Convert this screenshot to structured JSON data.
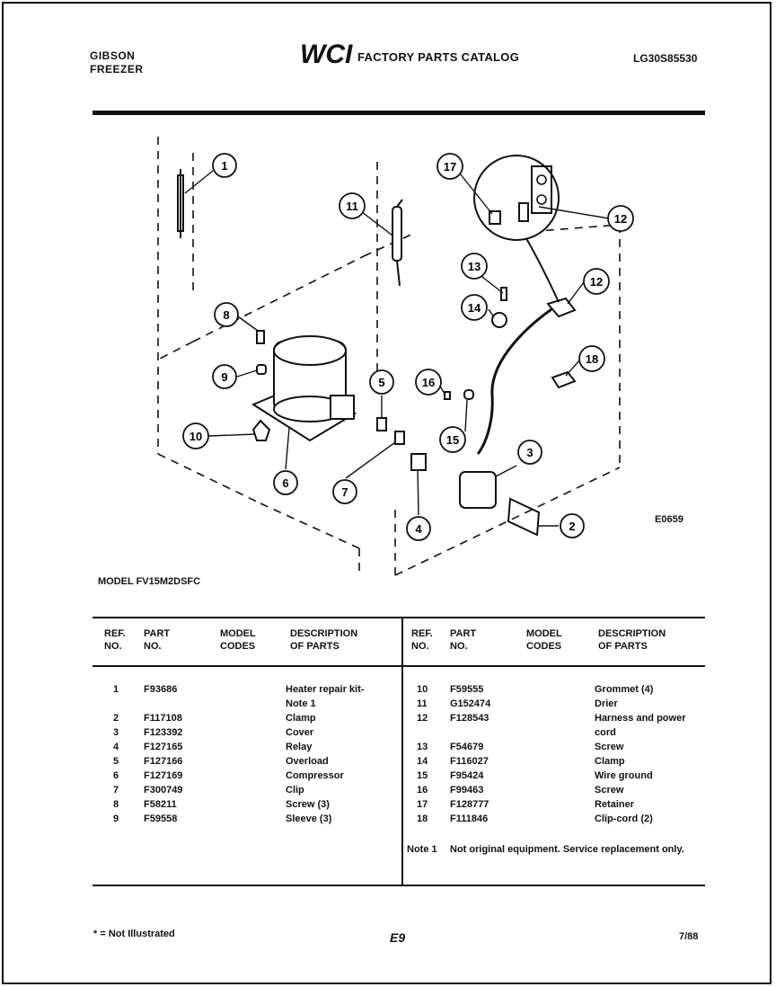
{
  "header": {
    "brand_line1": "GIBSON",
    "brand_line2": "FREEZER",
    "logo_text": "WCI",
    "catalog_title": "FACTORY PARTS CATALOG",
    "catalog_number": "LG30S85530"
  },
  "diagram": {
    "code": "E0659",
    "callouts": [
      "1",
      "2",
      "3",
      "4",
      "5",
      "6",
      "7",
      "8",
      "9",
      "10",
      "11",
      "12",
      "12",
      "13",
      "14",
      "15",
      "16",
      "17",
      "18"
    ]
  },
  "model_label": "MODEL FV15M2DSFC",
  "table": {
    "headers": {
      "ref": [
        "REF.",
        "NO."
      ],
      "part": [
        "PART",
        "NO."
      ],
      "model": [
        "MODEL",
        "CODES"
      ],
      "desc": [
        "DESCRIPTION",
        "OF PARTS"
      ]
    },
    "left_rows": [
      {
        "ref": "1",
        "part": "F93686",
        "desc": "Heater repair kit-"
      },
      {
        "ref": "",
        "part": "",
        "desc": "Note 1"
      },
      {
        "ref": "2",
        "part": "F117108",
        "desc": "Clamp"
      },
      {
        "ref": "3",
        "part": "F123392",
        "desc": "Cover"
      },
      {
        "ref": "4",
        "part": "F127165",
        "desc": "Relay"
      },
      {
        "ref": "5",
        "part": "F127166",
        "desc": "Overload"
      },
      {
        "ref": "6",
        "part": "F127169",
        "desc": "Compressor"
      },
      {
        "ref": "7",
        "part": "F300749",
        "desc": "Clip"
      },
      {
        "ref": "8",
        "part": "F58211",
        "desc": "Screw (3)"
      },
      {
        "ref": "9",
        "part": "F59558",
        "desc": "Sleeve (3)"
      }
    ],
    "right_rows": [
      {
        "ref": "10",
        "part": "F59555",
        "desc": "Grommet (4)"
      },
      {
        "ref": "11",
        "part": "G152474",
        "desc": "Drier"
      },
      {
        "ref": "12",
        "part": "F128543",
        "desc": "Harness and power"
      },
      {
        "ref": "",
        "part": "",
        "desc": "cord"
      },
      {
        "ref": "13",
        "part": "F54679",
        "desc": "Screw"
      },
      {
        "ref": "14",
        "part": "F116027",
        "desc": "Clamp"
      },
      {
        "ref": "15",
        "part": "F95424",
        "desc": "Wire ground"
      },
      {
        "ref": "16",
        "part": "F99463",
        "desc": "Screw"
      },
      {
        "ref": "17",
        "part": "F128777",
        "desc": "Retainer"
      },
      {
        "ref": "18",
        "part": "F111846",
        "desc": "Clip-cord (2)"
      }
    ],
    "note": {
      "label": "Note 1",
      "text": "Not original equipment.  Service replacement only."
    }
  },
  "footer": {
    "not_illustrated": "* = Not Illustrated",
    "page": "E9",
    "date": "7/88"
  }
}
